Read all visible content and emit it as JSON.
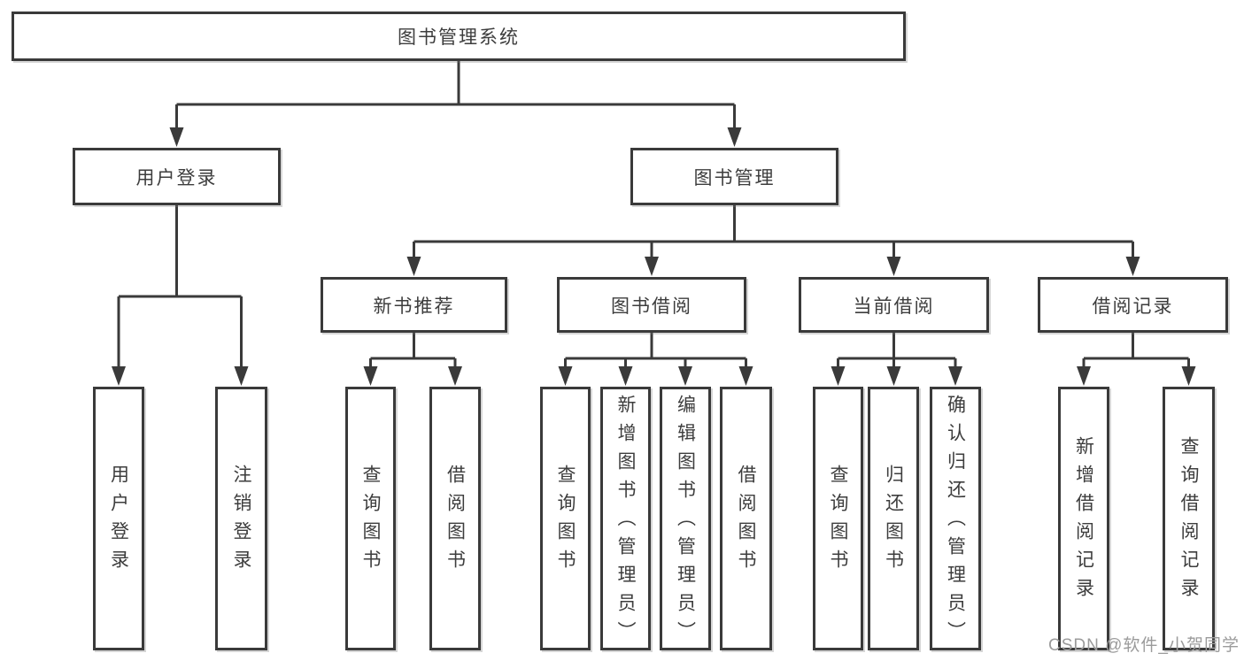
{
  "diagram": {
    "title": "图书管理系统",
    "type": "hierarchy-diagram",
    "colors": {
      "line": "#3a3a3a",
      "box_border": "#3a3a3a",
      "text": "#3d3d3d",
      "background": "#ffffff",
      "watermark": "#9b9b9b"
    }
  },
  "root": {
    "label": "图书管理系统"
  },
  "level2": {
    "login": {
      "label": "用户登录"
    },
    "manage": {
      "label": "图书管理"
    }
  },
  "level3": {
    "newbook": {
      "label": "新书推荐"
    },
    "borrow": {
      "label": "图书借阅"
    },
    "current": {
      "label": "当前借阅"
    },
    "records": {
      "label": "借阅记录"
    }
  },
  "leaves": {
    "login_user": {
      "label": "用户登录"
    },
    "login_out": {
      "label": "注销登录"
    },
    "nb_query": {
      "label": "查询图书"
    },
    "nb_borrow": {
      "label": "借阅图书"
    },
    "bw_query": {
      "label": "查询图书"
    },
    "bw_add": {
      "label": "新增图书（管理员）"
    },
    "bw_edit": {
      "label": "编辑图书（管理员）"
    },
    "bw_borrow": {
      "label": "借阅图书"
    },
    "cur_query": {
      "label": "查询图书"
    },
    "cur_return": {
      "label": "归还图书"
    },
    "cur_confirm": {
      "label": "确认归还（管理员）"
    },
    "rec_add": {
      "label": "新增借阅记录"
    },
    "rec_query": {
      "label": "查询借阅记录"
    }
  },
  "watermark": {
    "text": "CSDN @软件_小贺同学"
  }
}
